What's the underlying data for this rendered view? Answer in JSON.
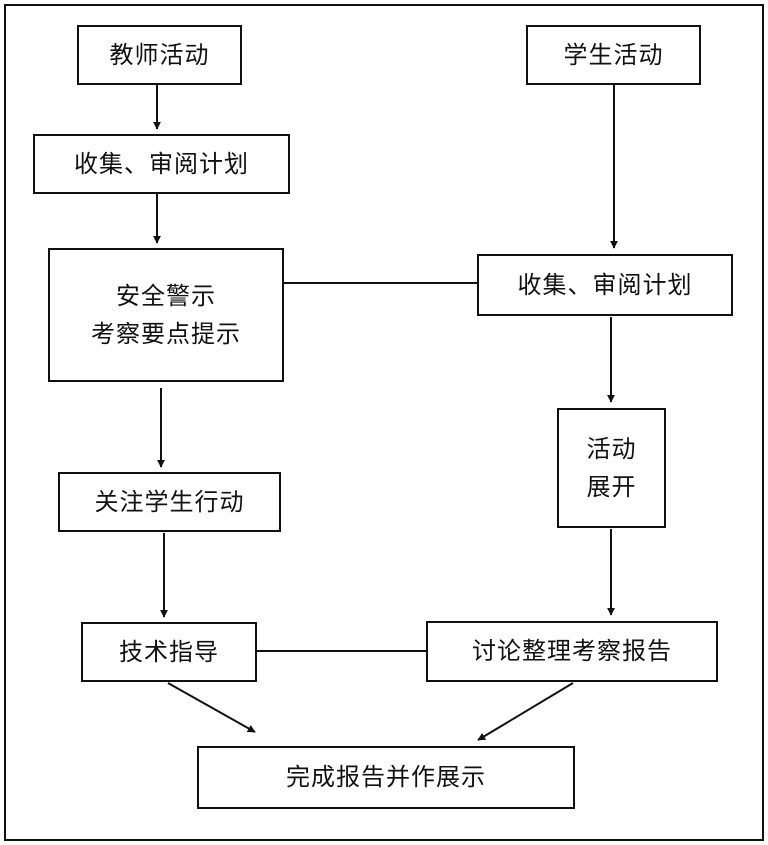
{
  "diagram": {
    "nodes": {
      "teacher_activity": {
        "lines": [
          "教师活动"
        ]
      },
      "teacher_collect_review": {
        "lines": [
          "收集、审阅计划"
        ]
      },
      "safety_warning": {
        "lines": [
          "安全警示",
          "考察要点提示"
        ]
      },
      "watch_students": {
        "lines": [
          "关注学生行动"
        ]
      },
      "tech_guidance": {
        "lines": [
          "技术指导"
        ]
      },
      "student_activity": {
        "lines": [
          "学生活动"
        ]
      },
      "student_collect_review": {
        "lines": [
          "收集、审阅计划"
        ]
      },
      "activity_launch": {
        "lines": [
          "活动",
          "展开"
        ]
      },
      "discuss_report": {
        "lines": [
          "讨论整理考察报告"
        ]
      },
      "final_report": {
        "lines": [
          "完成报告并作展示"
        ]
      }
    },
    "colors": {
      "stroke": "#111111",
      "background": "#ffffff"
    }
  }
}
